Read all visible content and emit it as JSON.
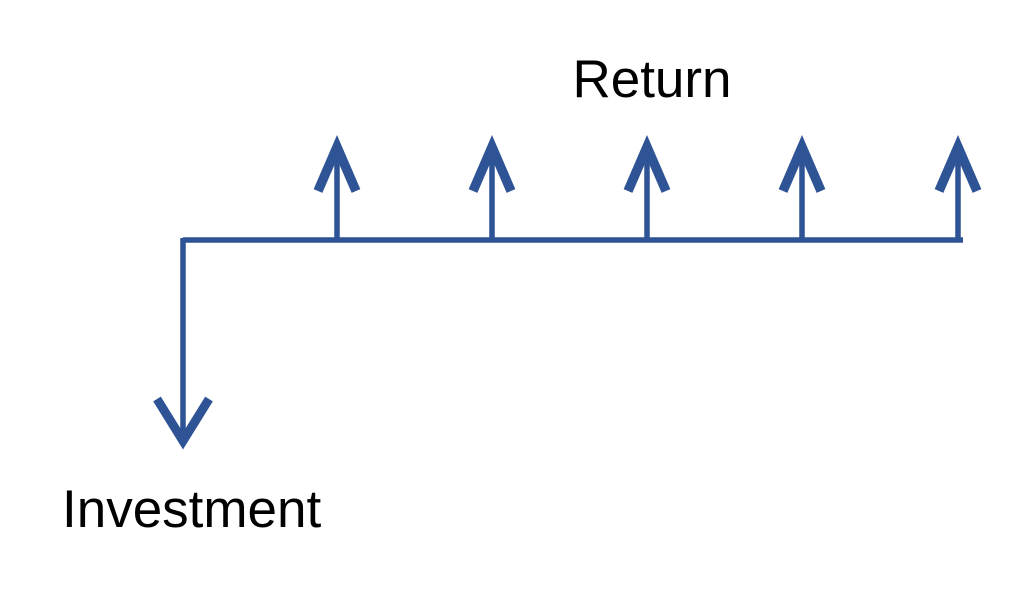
{
  "diagram": {
    "type": "cash-flow-diagram",
    "background": "#ffffff",
    "stroke_color": "#2f5496",
    "text_color": "#000000",
    "labels": {
      "top": "Return",
      "bottom": "Investment"
    },
    "return_arrows": {
      "direction": "up",
      "count": 5
    },
    "investment_arrow": {
      "direction": "down",
      "count": 1
    }
  }
}
